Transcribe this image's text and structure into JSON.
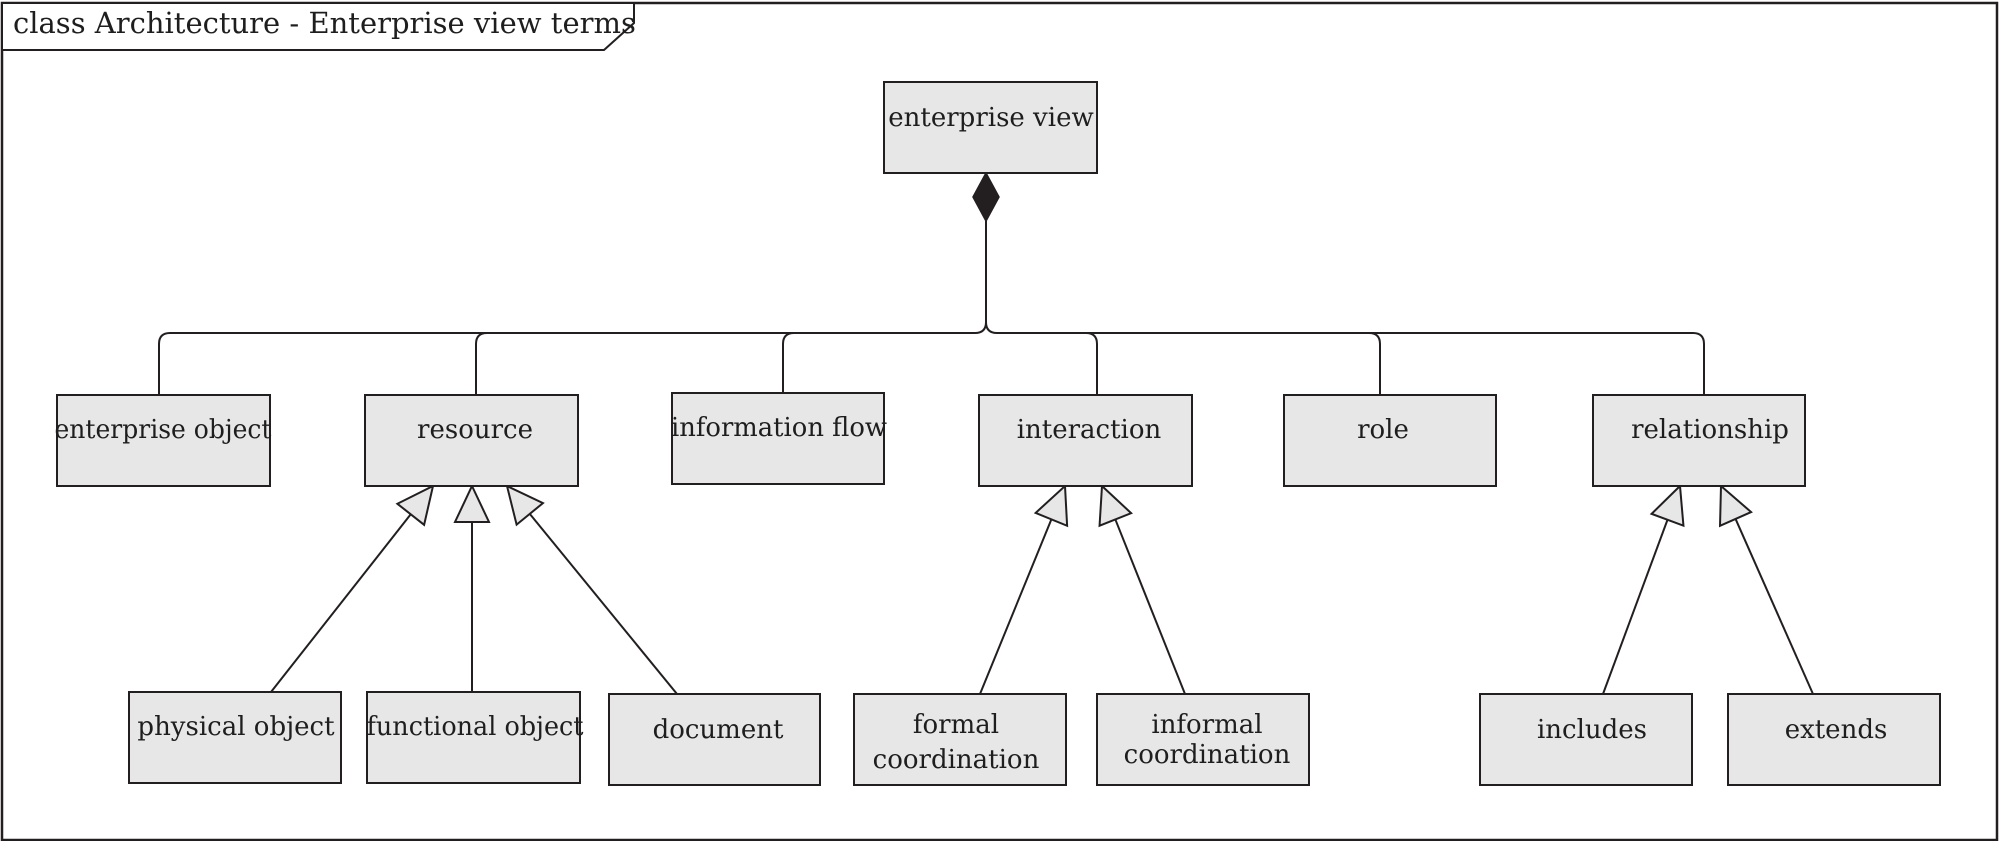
{
  "diagram": {
    "frame_title": "class Architecture - Enterprise view terms",
    "nodes": {
      "enterprise_view": [
        "enterprise view"
      ],
      "enterprise_object": [
        "enterprise object"
      ],
      "resource": [
        "resource"
      ],
      "information_flow": [
        "information flow"
      ],
      "interaction": [
        "interaction"
      ],
      "role": [
        "role"
      ],
      "relationship": [
        "relationship"
      ],
      "physical_object": [
        "physical object"
      ],
      "functional_object": [
        "functional object"
      ],
      "document": [
        "document"
      ],
      "formal_coordination": [
        "formal",
        "coordination"
      ],
      "informal_coordination": [
        "informal",
        "coordination"
      ],
      "includes": [
        "includes"
      ],
      "extends": [
        "extends"
      ]
    },
    "composition": {
      "whole": "enterprise_view",
      "parts": [
        "enterprise_object",
        "resource",
        "information_flow",
        "interaction",
        "role",
        "relationship"
      ]
    },
    "generalizations": [
      {
        "child": "physical_object",
        "parent": "resource"
      },
      {
        "child": "functional_object",
        "parent": "resource"
      },
      {
        "child": "document",
        "parent": "resource"
      },
      {
        "child": "formal_coordination",
        "parent": "interaction"
      },
      {
        "child": "informal_coordination",
        "parent": "interaction"
      },
      {
        "child": "includes",
        "parent": "relationship"
      },
      {
        "child": "extends",
        "parent": "relationship"
      }
    ]
  }
}
